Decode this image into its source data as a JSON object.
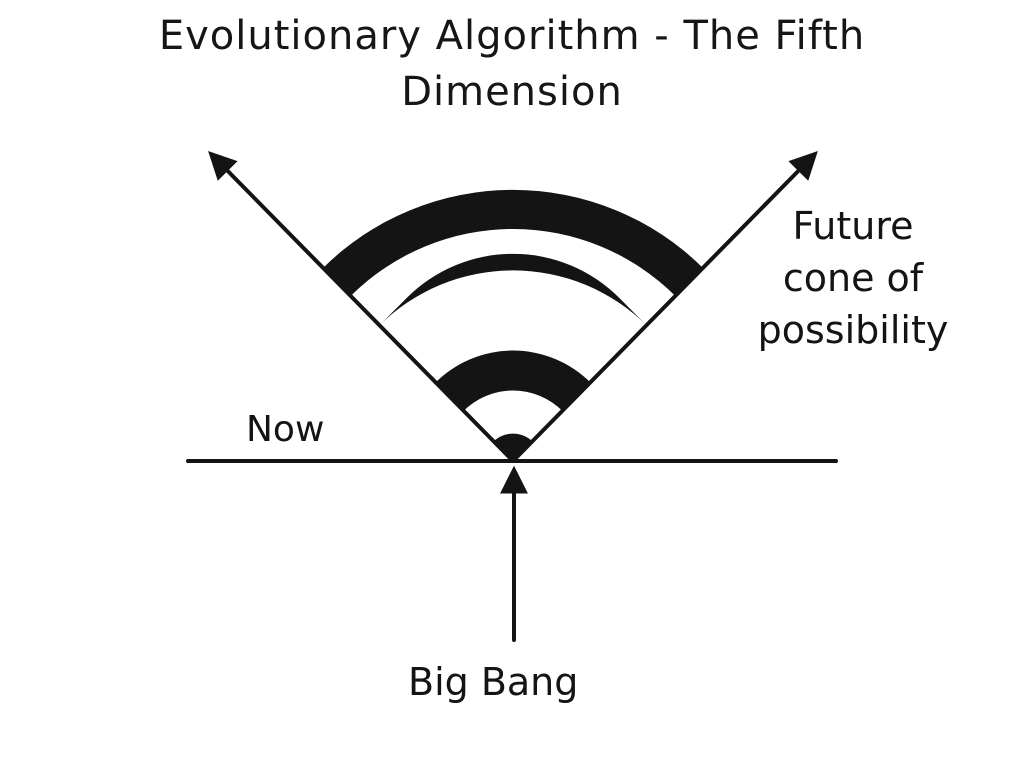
{
  "title": {
    "line1": "Evolutionary Algorithm - The Fifth",
    "line2": "Dimension"
  },
  "labels": {
    "future_line1": "Future",
    "future_line2": "cone of",
    "future_line3": "possibility",
    "now": "Now",
    "big_bang": "Big Bang"
  },
  "colors": {
    "ink": "#141414",
    "background": "#ffffff"
  }
}
